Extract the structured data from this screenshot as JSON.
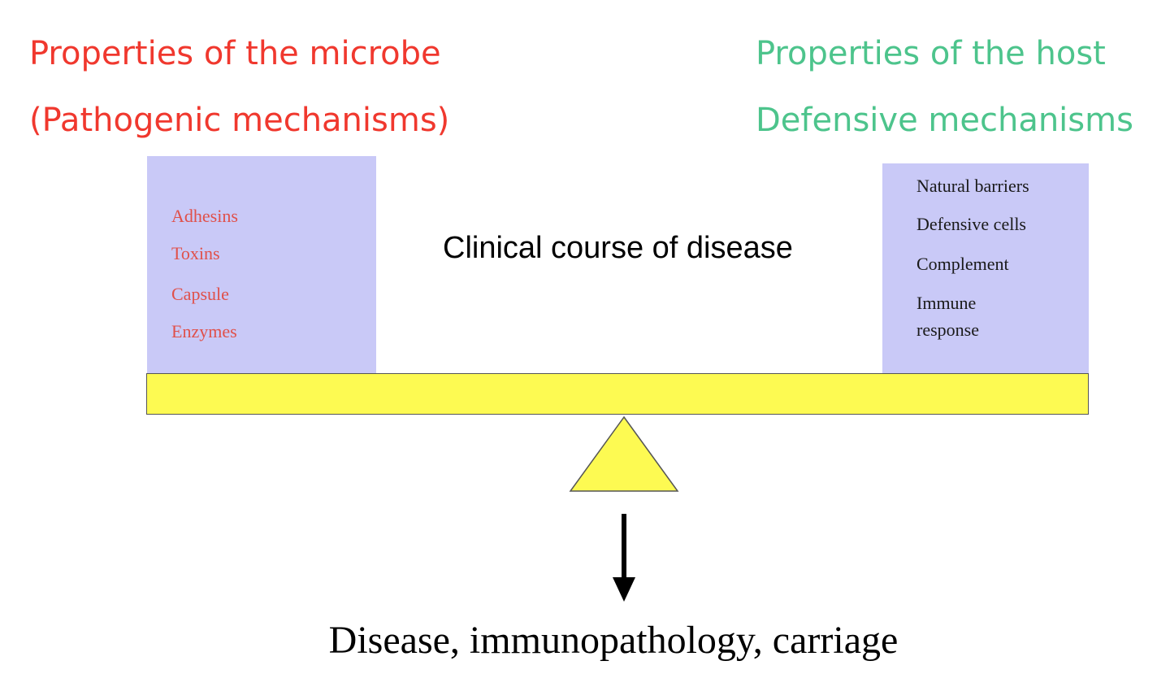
{
  "microbe": {
    "title": "Properties of the microbe",
    "subtitle": "(Pathogenic mechanisms)",
    "items": [
      "Adhesins",
      "Toxins",
      "Capsule",
      "Enzymes"
    ]
  },
  "host": {
    "title": "Properties of the host",
    "subtitle": "Defensive mechanisms",
    "items": [
      "Natural barriers",
      "Defensive cells",
      "Complement",
      "Immune response"
    ]
  },
  "center_label": "Clinical course of disease",
  "outcome": "Disease, immunopathology, carriage",
  "colors": {
    "microbe_text": "#f0382e",
    "host_text": "#4dc48c",
    "box_fill": "#c9c9f7",
    "beam_fill": "#fdfa52"
  }
}
